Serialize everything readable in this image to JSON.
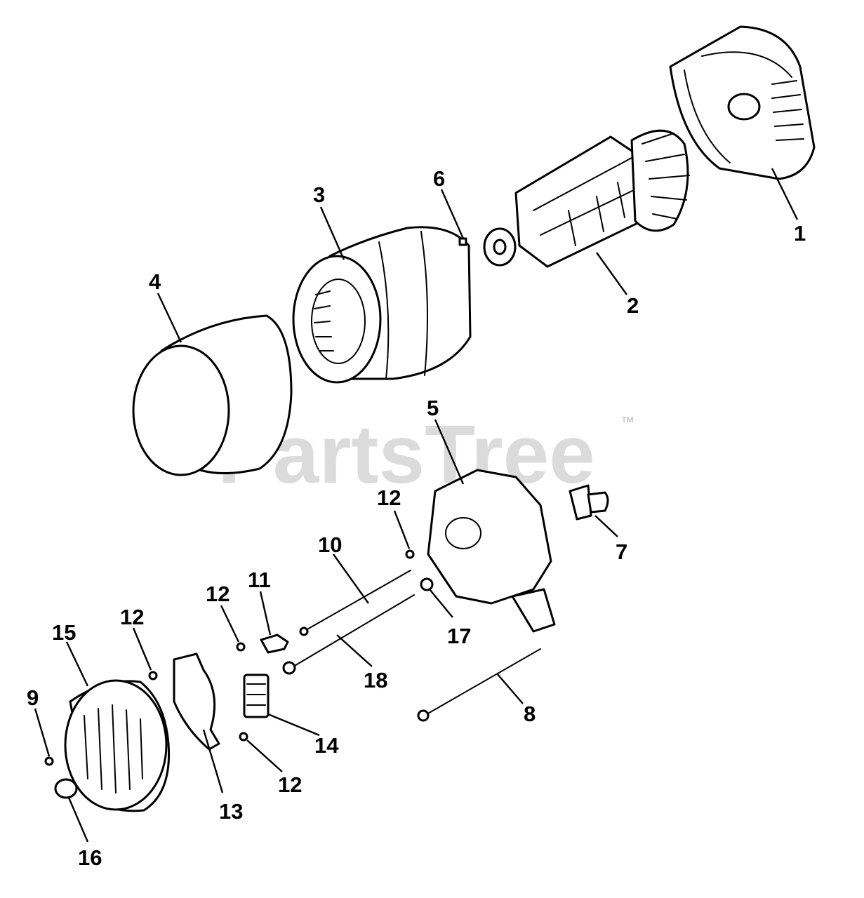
{
  "watermark": {
    "text": "PartsTree",
    "mark": "™"
  },
  "callouts": {
    "c1": "1",
    "c2": "2",
    "c3": "3",
    "c4": "4",
    "c5": "5",
    "c6": "6",
    "c7": "7",
    "c8": "8",
    "c9": "9",
    "c10": "10",
    "c11": "11",
    "c12a": "12",
    "c12b": "12",
    "c12c": "12",
    "c12d": "12",
    "c13": "13",
    "c14": "14",
    "c15": "15",
    "c16": "16",
    "c17": "17",
    "c18": "18"
  }
}
